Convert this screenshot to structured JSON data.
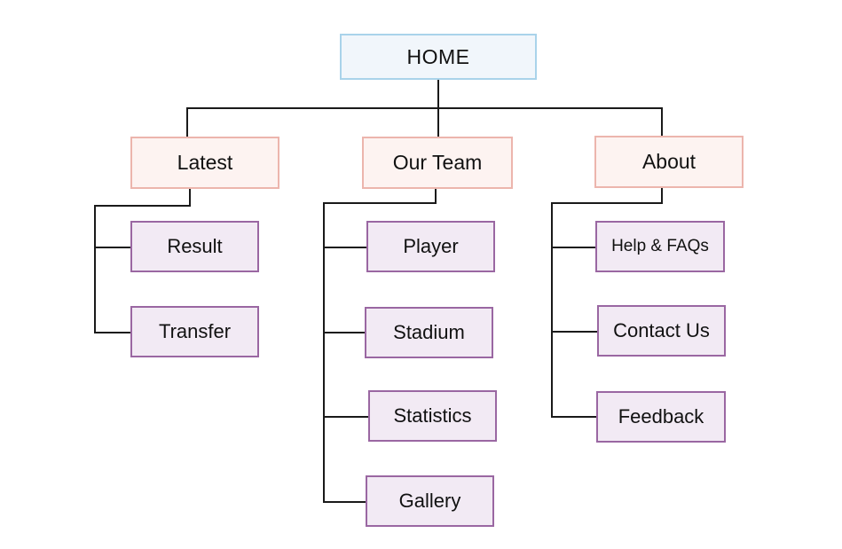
{
  "root": {
    "label": "HOME"
  },
  "sections": [
    {
      "label": "Latest",
      "pages": [
        "Result",
        "Transfer"
      ]
    },
    {
      "label": "Our Team",
      "pages": [
        "Player",
        "Stadium",
        "Statistics",
        "Gallery"
      ]
    },
    {
      "label": "About",
      "pages": [
        "Help & FAQs",
        "Contact Us",
        "Feedback"
      ]
    }
  ],
  "colors": {
    "root_fill": "#f1f6fb",
    "root_border": "#a9d3ea",
    "section_fill": "#fdf3f1",
    "section_border": "#ecb5ad",
    "page_fill": "#f2eaf4",
    "page_border": "#9a67a2",
    "line": "#1a1a1a"
  }
}
